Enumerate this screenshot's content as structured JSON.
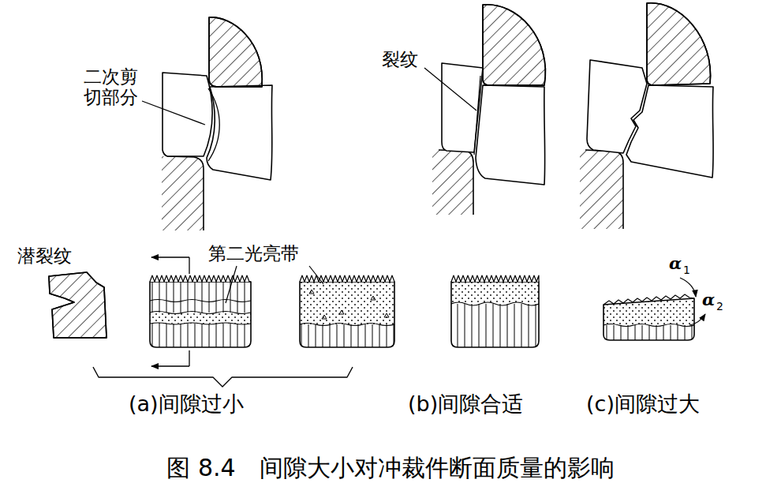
{
  "diagram": {
    "caption": "图 8.4　间隙大小对冲裁件断面质量的影响",
    "labels": [
      "二次剪切部分",
      "裂纹",
      "潜裂纹",
      "第二光亮带",
      "α",
      "1",
      "α",
      "2",
      "(a)间隙过小",
      "(b)间隙合适",
      "(c)间隙过大"
    ]
  }
}
